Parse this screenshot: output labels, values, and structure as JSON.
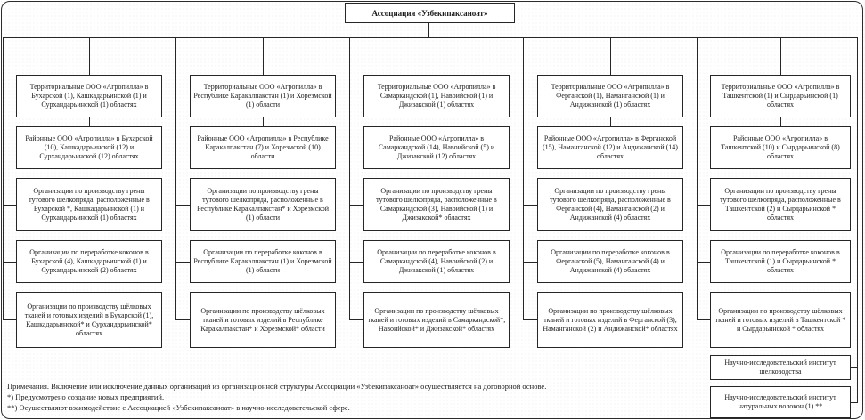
{
  "title": "Ассоциация «Узбекипаксаноат»",
  "colors": {
    "line": "#262626",
    "text": "#1a1a1a",
    "background": "#ffffff"
  },
  "columns": [
    {
      "boxes": [
        "Территориальные ООО «Агропилла» в Бухарской (1), Кашкадарьинской (1) и Сурхандарьинской (1) областях",
        "Районные ООО «Агропилла» в Бухарской (10), Кашкадарьинской (12) и Сурхандарьинской (12) областях",
        "Организации по производству грены тутового шелкопряда, расположенные в Бухарской *, Кашкадарьинской (1) и Сурхандарьинской (1) областях",
        "Организации по переработке коконов в Бухарской (4), Кашкадарьинской (1) и Сурхандарьинской (2) областях",
        "Организации по производству шёлковых тканей и готовых изделий в Бухарской (1), Кашкадарьинской* и Сурхандарьинской* областях"
      ]
    },
    {
      "boxes": [
        "Территориальные ООО «Агропилла» в Республике Каракалпакстан (1) и Хорезмской (1) области",
        "Районные ООО «Агропилла» в Республике Каракалпакстан (7) и Хорезмской (10) области",
        "Организации по производству грены тутового шелкопряда, расположенные в Республике Каракалпакстан* и Хорезмской (1) области",
        "Организации по переработке коконов в Республике Каракалпакстан (1) и Хорезмской (1) области",
        "Организации по производству шёлковых тканей и готовых изделий в Республике Каракалпакстан* и Хорезмской* области"
      ]
    },
    {
      "boxes": [
        "Территориальные ООО «Агропилла» в Самаркандской (1), Навоийской (1) и Джизакской (1) областях",
        "Районные ООО «Агропилла» в Самаркандской (14), Навоийской (5) и Джизакской (12) областях",
        "Организации по производству грены тутового шелкопряда, расположенные в Самаркандской (3), Навоийской (1) и Джизакской* областях",
        "Организации по переработке коконов в Самаркандской (4), Навоийской (2) и Джизакской (1) областях",
        "Организации по производству шёлковых тканей и готовых изделий в Самаркандской*, Навоийской* и Джизакской* областях"
      ]
    },
    {
      "boxes": [
        "Территориальные ООО «Агропилла» в Ферганской (1), Наманганской (1) и Андижанской (1) областях",
        "Районные ООО «Агропилла» в Ферганской (15), Наманганской (12) и Андижанской (14) областях",
        "Организации по производству грены тутового шелкопряда, расположенные в Ферганской (4), Наманганской (2) и Андижанской (4) областях",
        "Организации по переработке коконов в Ферганской (5), Наманганской (4) и Андижанской (4) областях",
        "Организации по производству шёлковых тканей и готовых изделий в Ферганской (3), Наманганской (2) и Андижанской* областях"
      ]
    },
    {
      "boxes": [
        "Территориальные ООО «Агропилла» в Ташкентской (1) и Сырдарьинской (1) областях",
        "Районные ООО «Агропилла» в Ташкентской (10) и Сырдарьинской (8) областях",
        "Организации по производству грены тутового шелкопряда, расположенные в Ташкентской (2) и Сырдарьинской * областях",
        "Организации по переработке коконов в Ташкентской (1) и Сырдарьинской * областях",
        "Организации по производству шёлковых тканей и готовых изделий в Ташкентской * и Сырдарьинской * областях"
      ]
    }
  ],
  "institutes": [
    "Научно-исследовательский институт шелководства",
    "Научно-исследовательский институт натуральных волокон (1) **"
  ],
  "notes": [
    "Примечания. Включение или исключение данных организаций из организационной структуры Ассоциации «Узбекипаксаноат» осуществляется на договорной основе.",
    "*) Предусмотрено создание новых предприятий.",
    "**) Осуществляют взаимодействие с Ассоциацией «Узбекипаксаноат» в научно-исследовательской сфере."
  ]
}
